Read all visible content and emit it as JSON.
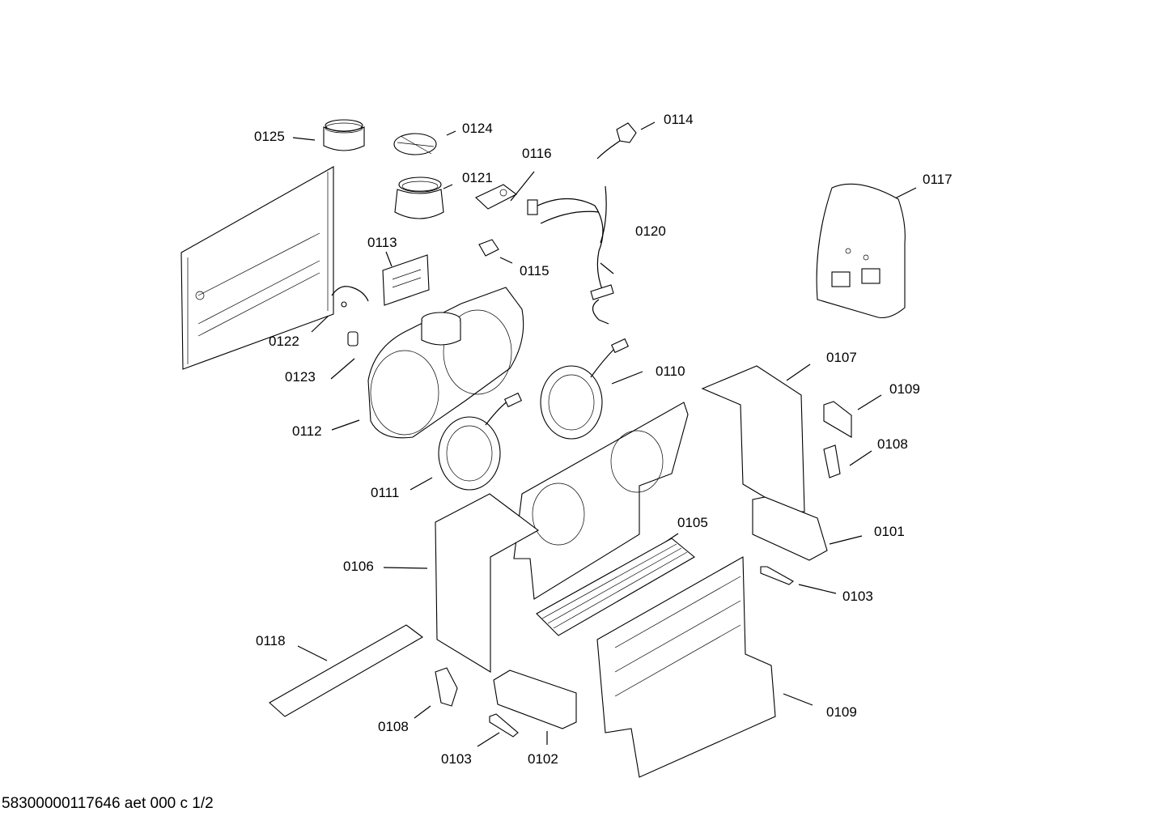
{
  "labels": {
    "p0125": "0125",
    "p0124": "0124",
    "p0114": "0114",
    "p0116": "0116",
    "p0121": "0121",
    "p0117": "0117",
    "p0120": "0120",
    "p0113": "0113",
    "p0115": "0115",
    "p0122": "0122",
    "p0123": "0123",
    "p0112": "0112",
    "p0110": "0110",
    "p0107": "0107",
    "p0109a": "0109",
    "p0108a": "0108",
    "p0111": "0111",
    "p0105": "0105",
    "p0101": "0101",
    "p0106": "0106",
    "p0103a": "0103",
    "p0118": "0118",
    "p0109b": "0109",
    "p0108b": "0108",
    "p0103b": "0103",
    "p0102": "0102"
  },
  "footer": {
    "document_id": "58300000117646 aet 000 c 1/2"
  }
}
